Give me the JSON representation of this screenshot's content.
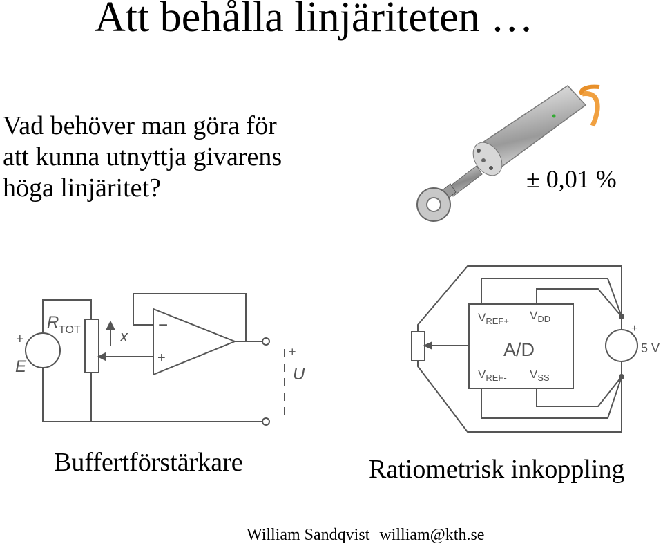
{
  "slide": {
    "title": "Att behålla linjäriteten …",
    "question": [
      "Vad behöver man göra för",
      "att kunna utnyttja givarens",
      "höga linjäritet?"
    ],
    "accuracy": "± 0,01 %",
    "caption_left": "Buffertförstärkare",
    "caption_right": "Ratiometrisk inkoppling",
    "footer_name": "William Sandqvist",
    "footer_email": "william@kth.se"
  },
  "circuit_left": {
    "plus_source": "+",
    "source_label": "E",
    "resistor_label": "R",
    "resistor_sub": "TOT",
    "wiper_label": "x",
    "opamp_minus": "−",
    "opamp_plus": "+",
    "output_plus": "+",
    "output_label": "U"
  },
  "circuit_right": {
    "adc_label": "A/D",
    "vref_plus": "V",
    "vref_plus_sub": "REF+",
    "vdd": "V",
    "vdd_sub": "DD",
    "vref_minus": "V",
    "vref_minus_sub": "REF-",
    "vss": "V",
    "vss_sub": "SS",
    "supply_plus": "+",
    "supply_label": "5 V"
  },
  "photo": {
    "subject": "linear-potentiometer-sensor"
  }
}
